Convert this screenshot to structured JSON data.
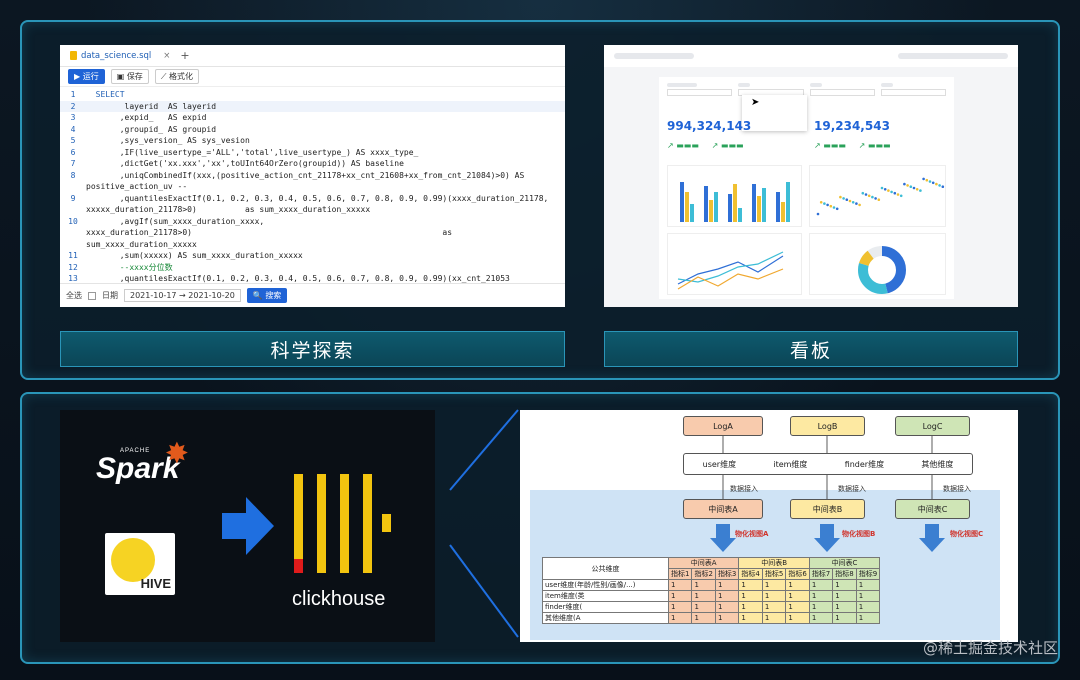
{
  "top": {
    "sql_editor": {
      "tab_label": "data_science.sql",
      "tab_close": "×",
      "tab_add": "+",
      "toolbar": {
        "run": "运行",
        "save": "保存",
        "format": "格式化"
      },
      "lines": [
        {
          "n": "1",
          "t": "  SELECT"
        },
        {
          "n": "2",
          "t": "        layerid  AS layerid"
        },
        {
          "n": "3",
          "t": "       ,expid_   AS expid"
        },
        {
          "n": "4",
          "t": "       ,groupid_ AS groupid"
        },
        {
          "n": "5",
          "t": "       ,sys_version_ AS sys_vesion"
        },
        {
          "n": "6",
          "t": "       ,IF(live_usertype_='ALL','total',live_usertype_) AS xxxx_type_"
        },
        {
          "n": "7",
          "t": "       ,dictGet('xx.xxx','xx',toUInt64OrZero(groupid)) AS baseline"
        },
        {
          "n": "8",
          "t": "       ,uniqCombinedIf(xxx,(positive_action_cnt_21178+xx_cnt_21608+xx_from_cnt_21084)>0) AS"
        },
        {
          "n": "",
          "t": "positive_action_uv --"
        },
        {
          "n": "9",
          "t": "       ,quantilesExactIf(0.1, 0.2, 0.3, 0.4, 0.5, 0.6, 0.7, 0.8, 0.9, 0.99)(xxxx_duration_21178,"
        },
        {
          "n": "",
          "t": "xxxxx_duration_21178>0)          as sum_xxxx_duration_xxxxx"
        },
        {
          "n": "10",
          "t": "       ,avgIf(sum_xxxx_duration_xxxx,"
        },
        {
          "n": "",
          "t": "xxxx_duration_21178>0)                                                    as"
        },
        {
          "n": "",
          "t": "sum_xxxx_duration_xxxxx"
        },
        {
          "n": "11",
          "t": "       ,sum(xxxxx) AS sum_xxxx_duration_xxxxx"
        },
        {
          "n": "12",
          "t": "       --xxxx分位数"
        },
        {
          "n": "13",
          "t": "       ,quantilesExactIf(0.1, 0.2, 0.3, 0.4, 0.5, 0.6, 0.7, 0.8, 0.9, 0.99)(xx_cnt_21053"
        }
      ],
      "footer": {
        "select_all": "全选",
        "date_label": "日期",
        "date_start": "2021-10-17",
        "date_sep": "→",
        "date_end": "2021-10-20",
        "search": "搜索"
      }
    },
    "dashboard": {
      "metric_1": "994,324,143",
      "metric_2": "19,234,543"
    },
    "caption_left": "科学探索",
    "caption_right": "看板"
  },
  "bottom": {
    "spark": {
      "name": "Spark",
      "apache": "APACHE"
    },
    "hive": "HIVE",
    "clickhouse": "clickhouse",
    "diagram": {
      "logs": [
        "LogA",
        "LogB",
        "LogC"
      ],
      "dims": [
        "user维度",
        "item维度",
        "finder维度",
        "其他维度"
      ],
      "ingest": "数据接入",
      "mid_tables": [
        "中间表A",
        "中间表B",
        "中间表C"
      ],
      "mviews": [
        "物化视图A",
        "物化视图B",
        "物化视图C"
      ],
      "table": {
        "public": "公共维度",
        "groups": [
          "中间表A",
          "中间表B",
          "中间表C"
        ],
        "metrics": [
          "指标1",
          "指标2",
          "指标3",
          "指标4",
          "指标5",
          "指标6",
          "指标7",
          "指标8",
          "指标9"
        ],
        "rows": [
          "user维度(年龄/性别/画像/...)",
          "item维度(类",
          "finder维度(",
          "其他维度(A"
        ],
        "cell": "1"
      }
    },
    "watermark": "@稀土掘金技术社区"
  },
  "colors": {
    "accent": "#2a95b8",
    "clickhouse_yellow": "#f2c40f",
    "blue": "#1f63d6"
  }
}
